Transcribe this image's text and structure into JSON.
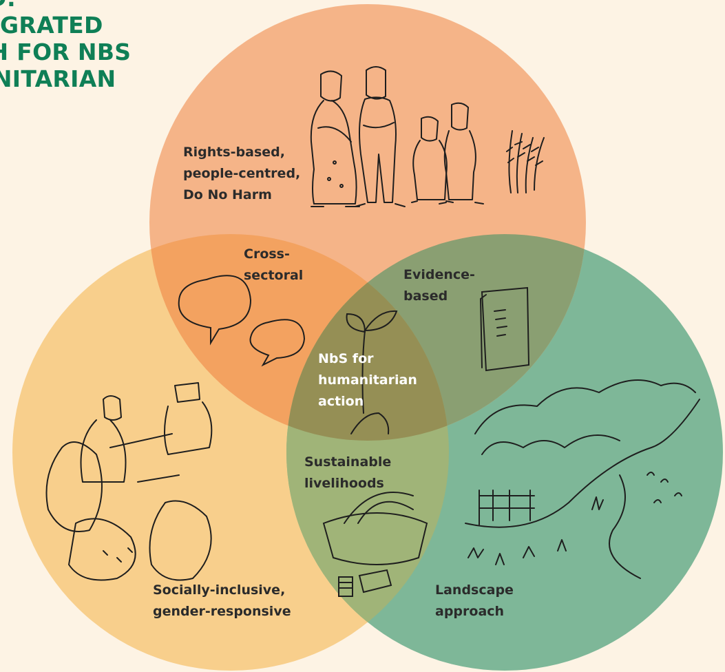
{
  "title": {
    "lines": [
      "D:",
      "GRATED",
      "CH FOR NBS",
      "ANITARIAN"
    ]
  },
  "circles": {
    "top": {
      "label": "Rights-based,\npeople-centred,\nDo No Harm",
      "color": "#f5b488"
    },
    "left": {
      "label": "Socially-inclusive,\ngender-responsive",
      "color": "#f8cf8c"
    },
    "right": {
      "label": "Landscape\napproach",
      "color": "#7eb798"
    }
  },
  "overlaps": {
    "top_left": "Cross-\nsectoral",
    "top_right": "Evidence-\nbased",
    "left_right": "Sustainable\nlivelihoods",
    "center": "NbS for\nhumanitarian\naction"
  },
  "colors": {
    "background": "#fdf3e4",
    "title": "#0f7f56",
    "text": "#2b2b2b"
  }
}
